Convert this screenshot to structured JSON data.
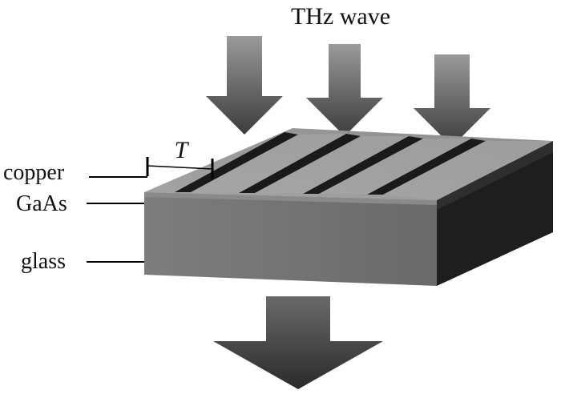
{
  "labels": {
    "wave": "THz wave",
    "period": "T",
    "copper": "copper",
    "gaas": "GaAs",
    "glass": "glass"
  },
  "colors": {
    "arrow_light": "#8c8c8c",
    "arrow_dark": "#3a3a3a",
    "top_surface": "#9a9a9a",
    "front_face": "#7a7a7a",
    "side_face": "#1e1e1e",
    "grating_slot": "#1a1a1a",
    "line": "#000000"
  }
}
